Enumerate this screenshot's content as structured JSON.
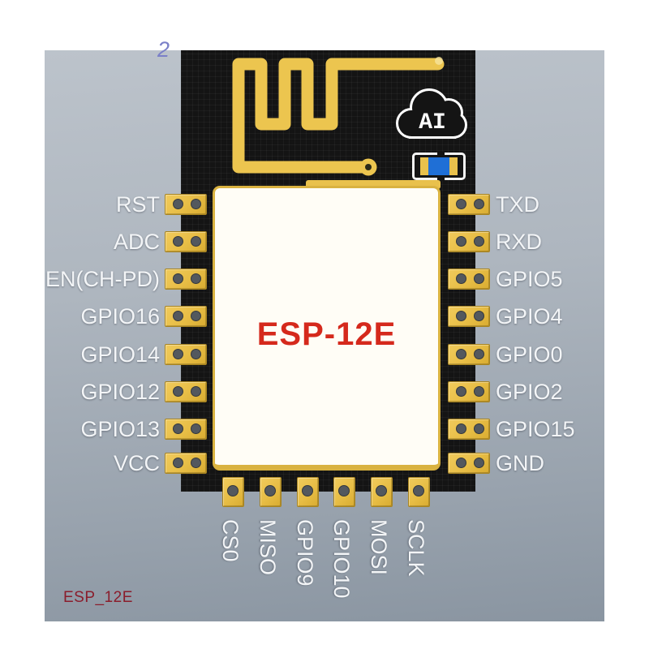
{
  "board": {
    "module_name": "ESP-12E",
    "footer_label": "ESP_12E",
    "logo_text": "AI",
    "watermark_glyph": "2",
    "left_pins": [
      "RST",
      "ADC",
      "EN(CH-PD)",
      "GPIO16",
      "GPIO14",
      "GPIO12",
      "GPIO13",
      "VCC"
    ],
    "right_pins": [
      "TXD",
      "RXD",
      "GPIO5",
      "GPIO4",
      "GPIO0",
      "GPIO2",
      "GPIO15",
      "GND"
    ],
    "bottom_pins": [
      "CS0",
      "MISO",
      "GPIO9",
      "GPIO10",
      "MOSI",
      "SCLK"
    ],
    "colors": {
      "gold": "#e9c14c",
      "pcb_black": "#141414",
      "backdrop_gray": "#a8b1bb",
      "label_white": "#f3f5f7",
      "module_name_red": "#d5291c",
      "footer_maroon": "#8a1d2c",
      "component_blue": "#1f6fd6",
      "watermark_purple": "#7b80c8"
    }
  }
}
